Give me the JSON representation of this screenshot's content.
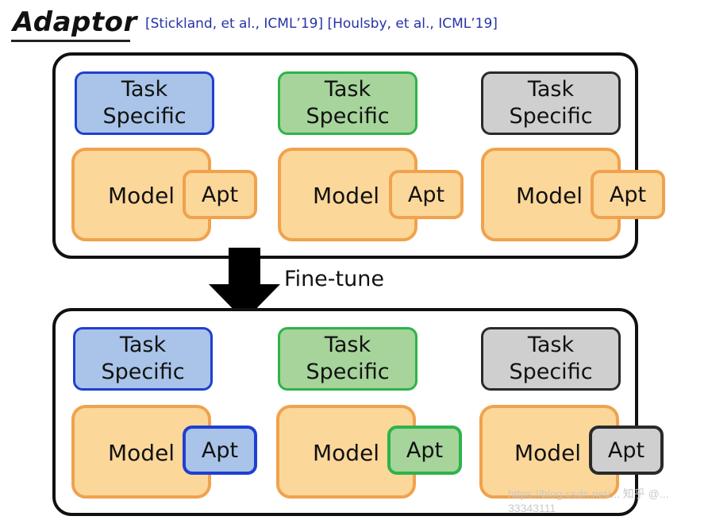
{
  "header": {
    "title": "Adaptor",
    "citations": "[Stickland, et al., ICML’19] [Houlsby, et al., ICML’19]"
  },
  "arrow_label": "Fine-tune",
  "watermark": "https://blog.csdn.net/... 知乎 @... 33343111",
  "colors": {
    "blue_fill": "#a9c4e8",
    "blue_border": "#1f3fd1",
    "green_fill": "#a6d49b",
    "green_border": "#2eb34a",
    "gray_fill": "#cfcfcf",
    "gray_border": "#2a2a2a",
    "orange_fill": "#fcd79a",
    "orange_border": "#f0a24e"
  },
  "panels": {
    "top": {
      "columns": [
        {
          "task_label": "Task\nSpecific",
          "model_label": "Model",
          "apt_label": "Apt"
        },
        {
          "task_label": "Task\nSpecific",
          "model_label": "Model",
          "apt_label": "Apt"
        },
        {
          "task_label": "Task\nSpecific",
          "model_label": "Model",
          "apt_label": "Apt"
        }
      ]
    },
    "bottom": {
      "columns": [
        {
          "task_label": "Task\nSpecific",
          "model_label": "Model",
          "apt_label": "Apt"
        },
        {
          "task_label": "Task\nSpecific",
          "model_label": "Model",
          "apt_label": "Apt"
        },
        {
          "task_label": "Task\nSpecific",
          "model_label": "Model",
          "apt_label": "Apt"
        }
      ]
    }
  }
}
